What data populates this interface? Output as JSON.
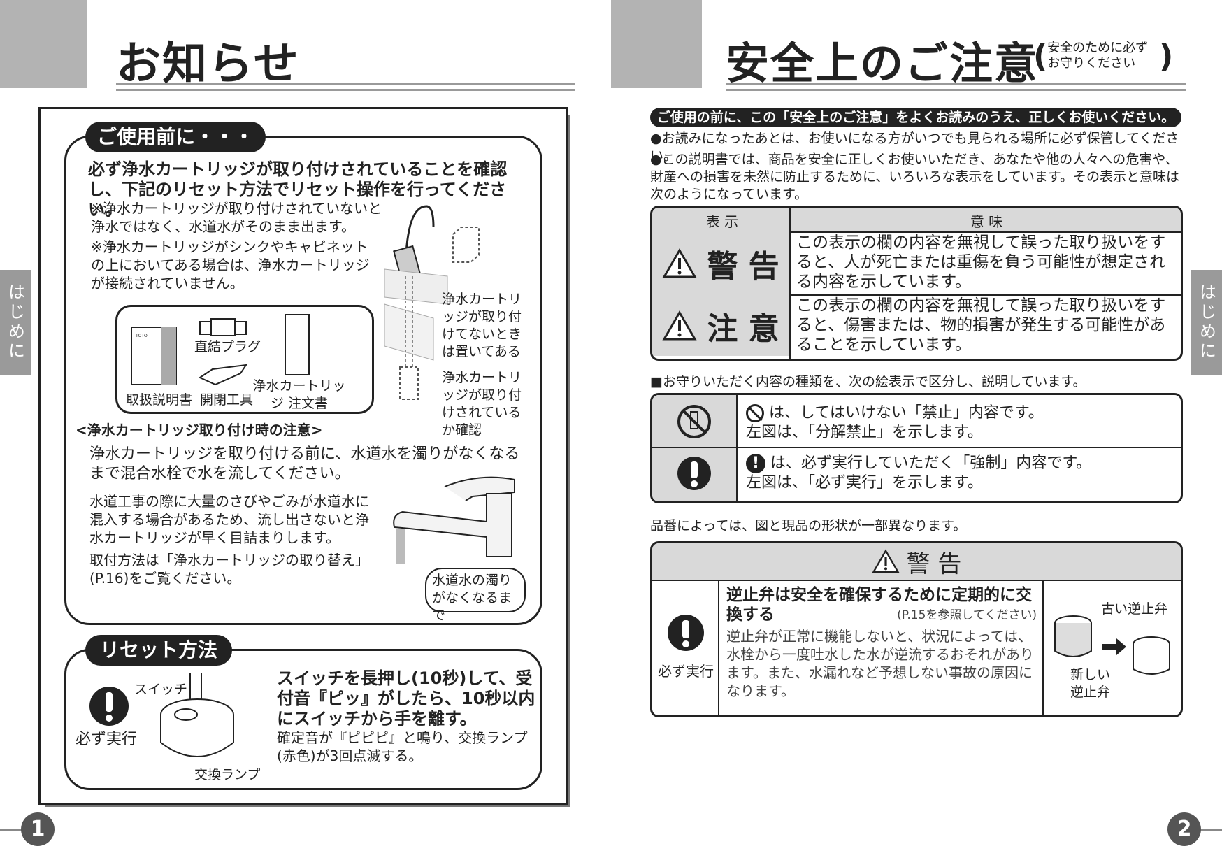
{
  "left": {
    "title": "お知らせ",
    "side_tab": "はじめに",
    "page_number": "1",
    "before_use": {
      "header": "ご使用前に・・・",
      "lead": "必ず浄水カートリッジが取り付けされていることを確認し、下記のリセット方法でリセット操作を行ってください。",
      "note1": "※浄水カートリッジが取り付けされていないと浄水ではなく、水道水がそのまま出ます。",
      "note2": "※浄水カートリッジがシンクやキャビネットの上においてある場合は、浄水カートリッジが接続されていません。",
      "items": [
        "取扱説明書",
        "直結プラグ",
        "開閉工具",
        "浄水カートリッジ 注文書"
      ],
      "callout1": "浄水カートリッジが取り付けてないときは置いてある",
      "callout2": "浄水カートリッジが取り付けされているか確認",
      "caution_header": "<浄水カートリッジ取り付け時の注意>",
      "caution_lead": "浄水カートリッジを取り付ける前に、水道水を濁りがなくなるまで混合水栓で水を流してください。",
      "caution_body": "水道工事の際に大量のさびやごみが水道水に混入する場合があるため、流し出さないと浄水カートリッジが早く目詰まりします。",
      "caution_ref": "取付方法は「浄水カートリッジの取り替え」(P.16)をご覧ください。",
      "faucet_bubble": "水道水の濁りがなくなるまで"
    },
    "reset": {
      "header": "リセット方法",
      "switch_label": "スイッチ",
      "lamp_label": "交換ランプ",
      "must_do": "必ず実行",
      "lead": "スイッチを長押し(10秒)して、受付音『ピッ』がしたら、10秒以内にスイッチから手を離す。",
      "body": "確定音が『ピピピ』と鳴り、交換ランプ(赤色)が3回点滅する。"
    }
  },
  "right": {
    "title": "安全上のご注意",
    "title_paren": "安全のために必ずお守りください",
    "side_tab": "はじめに",
    "page_number": "2",
    "banner": "ご使用の前に、この「安全上のご注意」をよくお読みのうえ、正しくお使いください。",
    "bullet1": "●お読みになったあとは、お使いになる方がいつでも見られる場所に必ず保管してください。",
    "bullet2": "●この説明書では、商品を安全に正しくお使いいただき、あなたや他の人々への危害や、財産への損害を未然に防止するために、いろいろな表示をしています。その表示と意味は次のようになっています。",
    "table_headers": [
      "表 示",
      "意 味"
    ],
    "rows": [
      {
        "label": "警 告",
        "text": "この表示の欄の内容を無視して誤った取り扱いをすると、人が死亡または重傷を負う可能性が想定される内容を示しています。"
      },
      {
        "label": "注 意",
        "text": "この表示の欄の内容を無視して誤った取り扱いをすると、傷害または、物的損害が発生する可能性があることを示しています。"
      }
    ],
    "symbols_intro": "■お守りいただく内容の種類を、次の絵表示で区分し、説明しています。",
    "symbols": [
      {
        "line1": "は、してはいけない「禁止」内容です。",
        "line2": "左図は、「分解禁止」を示します。"
      },
      {
        "line1": "は、必ず実行していただく「強制」内容です。",
        "line2": "左図は、「必ず実行」を示します。"
      }
    ],
    "shape_note": "品番によっては、図と現品の形状が一部異なります。",
    "warning_box": {
      "header": "警 告",
      "must_do": "必ず実行",
      "title": "逆止弁は安全を確保するために定期的に交換する",
      "ref": "(P.15を参照してください)",
      "body": "逆止弁が正常に機能しないと、状況によっては、水栓から一度吐水した水が逆流するおそれがあります。また、水漏れなど予想しない事故の原因になります。",
      "old_valve": "古い逆止弁",
      "new_valve": "新しい逆止弁"
    }
  }
}
